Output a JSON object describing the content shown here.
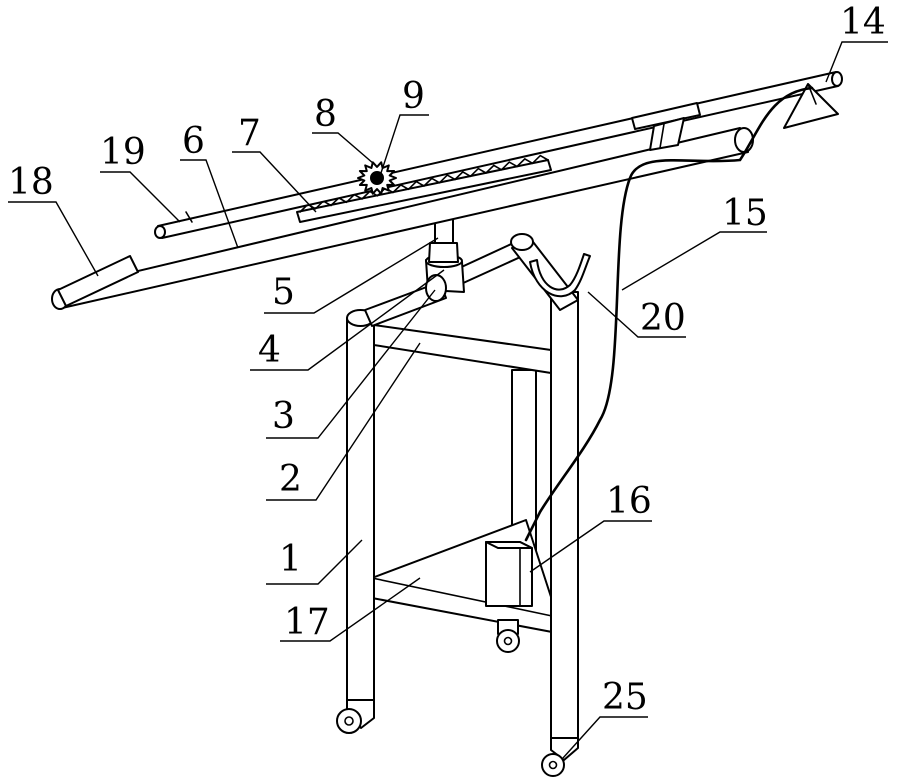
{
  "figure": {
    "background": "#ffffff",
    "ink": "#000000",
    "labels": [
      {
        "id": "1",
        "text": "1"
      },
      {
        "id": "2",
        "text": "2"
      },
      {
        "id": "3",
        "text": "3"
      },
      {
        "id": "4",
        "text": "4"
      },
      {
        "id": "5",
        "text": "5"
      },
      {
        "id": "6",
        "text": "6"
      },
      {
        "id": "7",
        "text": "7"
      },
      {
        "id": "8",
        "text": "8"
      },
      {
        "id": "9",
        "text": "9"
      },
      {
        "id": "14",
        "text": "14"
      },
      {
        "id": "15",
        "text": "15"
      },
      {
        "id": "16",
        "text": "16"
      },
      {
        "id": "17",
        "text": "17"
      },
      {
        "id": "18",
        "text": "18"
      },
      {
        "id": "19",
        "text": "19"
      },
      {
        "id": "20",
        "text": "20"
      },
      {
        "id": "25",
        "text": "25"
      }
    ]
  }
}
